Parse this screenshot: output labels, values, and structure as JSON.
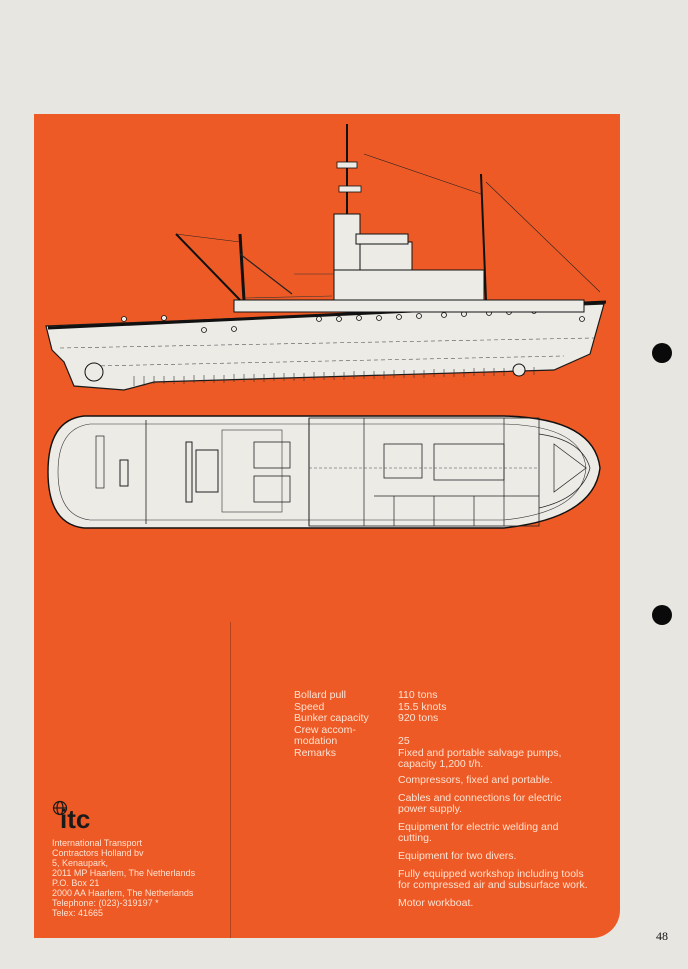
{
  "specs": [
    {
      "label": "Bollard pull",
      "value": "110 tons"
    },
    {
      "label": "Speed",
      "value": "15.5 knots"
    },
    {
      "label": "Bunker capacity",
      "value": "920 tons"
    },
    {
      "label": "Crew accom-",
      "value": ""
    },
    {
      "label": "modation",
      "value": "25"
    },
    {
      "label": "Remarks",
      "value": "Fixed and portable salvage pumps, capacity 1,200 t/h."
    }
  ],
  "remarks": [
    "Compressors, fixed and portable.",
    "Cables and connections for electric power supply.",
    "Equipment for electric welding and cutting.",
    "Equipment for two divers.",
    "Fully equipped workshop including tools for compressed air and subsurface work.",
    "Motor workboat."
  ],
  "logo_text": "itc",
  "company": [
    "International Transport",
    "Contractors Holland bv",
    "5, Kenaupark,",
    "2011 MP  Haarlem, The Netherlands",
    "P.O. Box 21",
    "2000 AA  Haarlem, The Netherlands",
    "Telephone: (023)-319197 *",
    "Telex: 41665"
  ],
  "page_number": "48",
  "colors": {
    "panel": "#ee5a25",
    "drawing": "#ecebe6",
    "line": "#1a1a1a"
  }
}
